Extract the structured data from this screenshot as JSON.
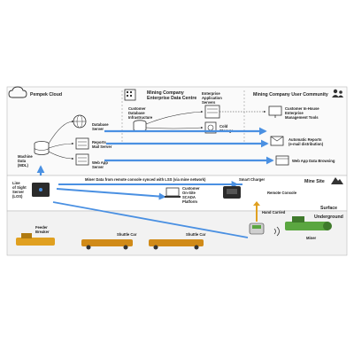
{
  "sections": {
    "cloud": "Pempek Cloud",
    "datacentre": "Mining Company Enterprise Data Centre",
    "community": "Mining Company User Community",
    "minesite": "Mine Site",
    "surface": "Surface",
    "underground": "Underground"
  },
  "nodes": {
    "machine_data": "Machine Data (MDL)",
    "database_server": "Database Server",
    "reports_mail_server": "Reports Mail Server",
    "web_app_server": "Web App Server",
    "customer_db_infra": "Customer Database Infrastructure",
    "enterprise_app_servers": "Enterprise Application Servers",
    "cold_storage": "Cold Storage",
    "in_house_tools": "Customer In-House Enterprise Management Tools",
    "automatic_reports": "Automatic Reports (e-mail distribution)",
    "web_app_browsing": "Web App Data Browsing",
    "line_of_sight_server": "Line Of Sight Server (LOS)",
    "scada_platform": "Customer On-Site SCADA Platform",
    "smart_charger": "Smart Charger",
    "remote_console": "Remote Console",
    "hand_carried": "Hand Carried",
    "miner": "Miner",
    "feeder_breaker": "Feeder Breaker",
    "shuttle_car_1": "Shuttle Car",
    "shuttle_car_2": "Shuttle Car"
  },
  "annotations": {
    "sync_note": "Miner Data from remote console synced with LSS (via mine network)"
  },
  "colors": {
    "arrow_blue": "#4a90e2",
    "machine_yellow": "#e0a020",
    "miner_green": "#5aa640",
    "dark_device": "#2b2b2b"
  }
}
